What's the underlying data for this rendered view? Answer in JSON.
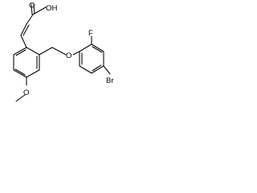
{
  "molecule": {
    "labels": {
      "carboxyl_oh": "OH",
      "carboxyl_o": "O",
      "ether_o": "O",
      "fluoro": "F",
      "methoxy_o": "O",
      "bromo": "Br"
    },
    "colors": {
      "ink": "#000000",
      "background": "#ffffff"
    }
  }
}
